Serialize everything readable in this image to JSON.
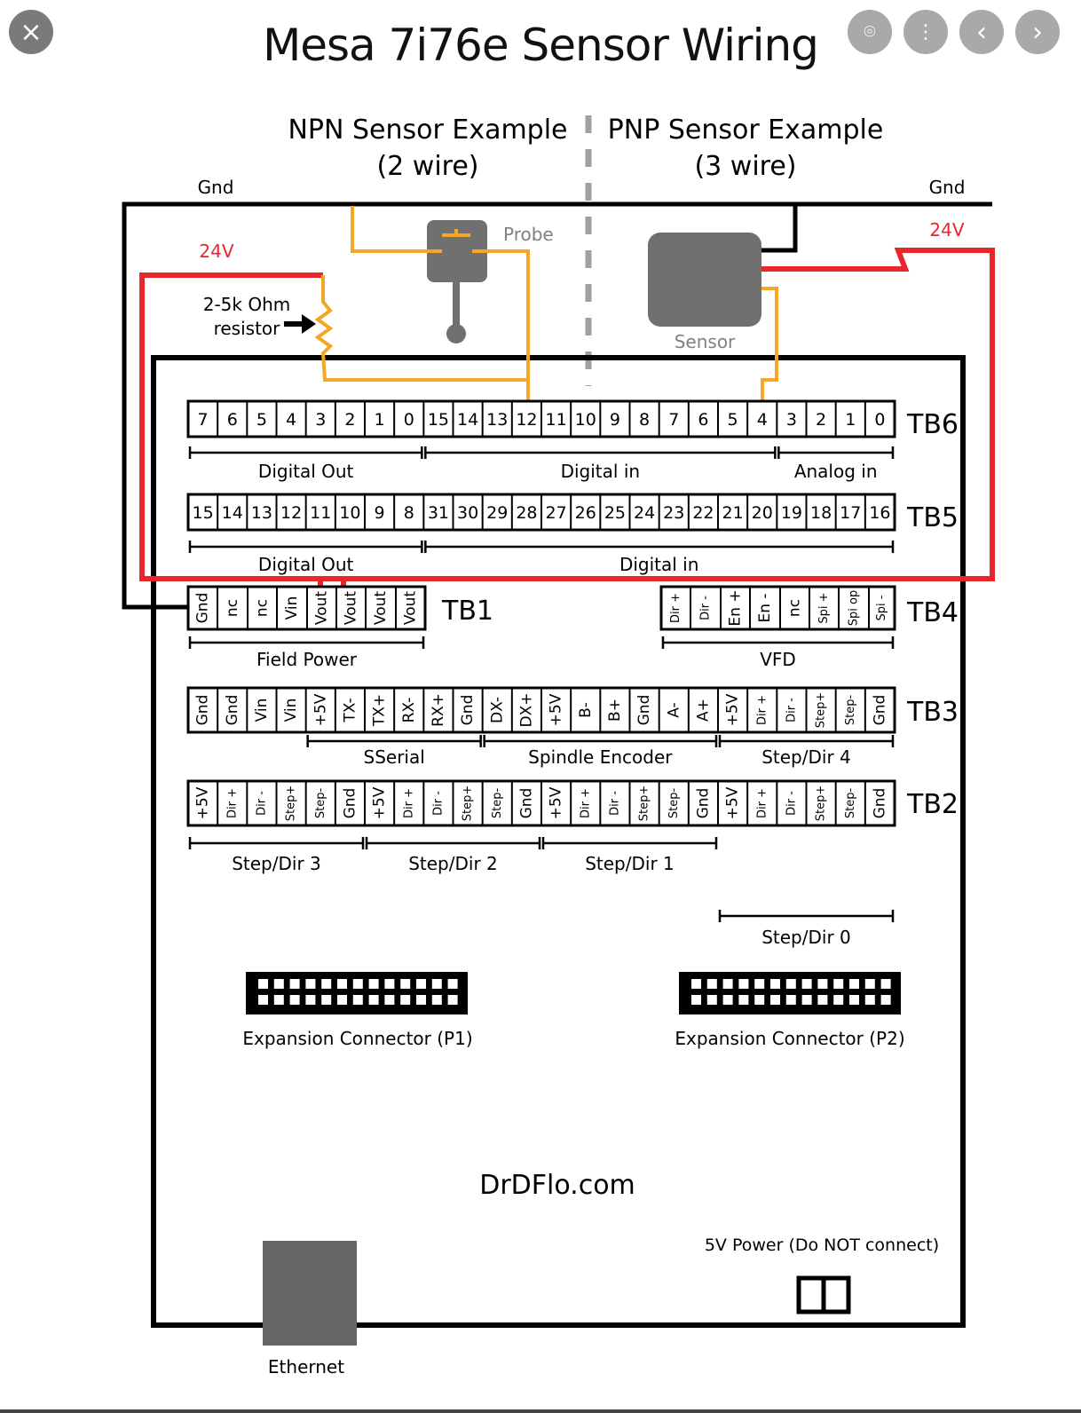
{
  "viewer": {
    "close_label": "×",
    "buttons": [
      {
        "name": "visual-search",
        "glyph": "⌾"
      },
      {
        "name": "more-options",
        "glyph": "⋮"
      },
      {
        "name": "previous",
        "glyph": "‹"
      },
      {
        "name": "next",
        "glyph": "›"
      }
    ]
  },
  "title": "Mesa 7i76e Sensor Wiring",
  "npn": {
    "title": "NPN Sensor Example",
    "subtitle": "(2 wire)",
    "probe_label": "Probe",
    "resistor_label_1": "2-5k Ohm",
    "resistor_label_2": "resistor"
  },
  "pnp": {
    "title": "PNP Sensor Example",
    "subtitle": "(3 wire)",
    "sensor_label": "Sensor"
  },
  "wires": {
    "gnd_left": "Gnd",
    "gnd_right": "Gnd",
    "v24_left": "24V",
    "v24_right": "24V",
    "colors": {
      "gnd": "#000000",
      "v24": "#e8262b",
      "signal": "#f5a623",
      "device": "#707070",
      "divider": "#a0a0a0"
    }
  },
  "terminal_blocks": {
    "tb6": {
      "name": "TB6",
      "pins": [
        "7",
        "6",
        "5",
        "4",
        "3",
        "2",
        "1",
        "0",
        "15",
        "14",
        "13",
        "12",
        "11",
        "10",
        "9",
        "8",
        "7",
        "6",
        "5",
        "4",
        "3",
        "2",
        "1",
        "0"
      ],
      "groups": [
        {
          "label": "Digital Out",
          "from": 0,
          "to": 7
        },
        {
          "label": "Digital in",
          "from": 8,
          "to": 19
        },
        {
          "label": "Analog in",
          "from": 20,
          "to": 23
        }
      ]
    },
    "tb5": {
      "name": "TB5",
      "pins": [
        "15",
        "14",
        "13",
        "12",
        "11",
        "10",
        "9",
        "8",
        "31",
        "30",
        "29",
        "28",
        "27",
        "26",
        "25",
        "24",
        "23",
        "22",
        "21",
        "20",
        "19",
        "18",
        "17",
        "16"
      ],
      "groups": [
        {
          "label": "Digital Out",
          "from": 0,
          "to": 7
        },
        {
          "label": "Digital in",
          "from": 8,
          "to": 23
        }
      ]
    },
    "tb1": {
      "name": "TB1",
      "pins": [
        "Gnd",
        "nc",
        "nc",
        "Vin",
        "Vout",
        "Vout",
        "Vout",
        "Vout"
      ],
      "groups": [
        {
          "label": "Field Power",
          "from": 0,
          "to": 7
        }
      ]
    },
    "tb4": {
      "name": "TB4",
      "pins": [
        "Dir +",
        "Dir -",
        "En +",
        "En -",
        "nc",
        "Spi +",
        "Spi op",
        "Spi -"
      ],
      "groups": [
        {
          "label": "VFD",
          "from": 0,
          "to": 7
        }
      ]
    },
    "tb3": {
      "name": "TB3",
      "pins": [
        "Gnd",
        "Gnd",
        "Vin",
        "Vin",
        "+5V",
        "TX-",
        "TX+",
        "RX-",
        "RX+",
        "Gnd",
        "DX-",
        "DX+",
        "+5V",
        "B-",
        "B+",
        "Gnd",
        "A-",
        "A+",
        "+5V",
        "Dir +",
        "Dir -",
        "Step+",
        "Step-",
        "Gnd"
      ],
      "groups": [
        {
          "label": "SSerial",
          "from": 4,
          "to": 9
        },
        {
          "label": "Spindle Encoder",
          "from": 10,
          "to": 17
        },
        {
          "label": "Step/Dir 4",
          "from": 18,
          "to": 23
        }
      ]
    },
    "tb2": {
      "name": "TB2",
      "pins": [
        "+5V",
        "Dir +",
        "Dir -",
        "Step+",
        "Step-",
        "Gnd",
        "+5V",
        "Dir +",
        "Dir -",
        "Step+",
        "Step-",
        "Gnd",
        "+5V",
        "Dir +",
        "Dir -",
        "Step+",
        "Step-",
        "Gnd",
        "+5V",
        "Dir +",
        "Dir -",
        "Step+",
        "Step-",
        "Gnd"
      ],
      "groups": [
        {
          "label": "Step/Dir 3",
          "from": 0,
          "to": 5
        },
        {
          "label": "Step/Dir 2",
          "from": 6,
          "to": 11
        },
        {
          "label": "Step/Dir 1",
          "from": 12,
          "to": 17
        },
        {
          "label": "Step/Dir 0",
          "from": 18,
          "to": 23
        }
      ]
    }
  },
  "connectors": {
    "p1": "Expansion Connector (P1)",
    "p2": "Expansion Connector (P2)",
    "ethernet": "Ethernet",
    "power5v": "5V Power (Do NOT connect)"
  },
  "watermark": "DrDFlo.com"
}
